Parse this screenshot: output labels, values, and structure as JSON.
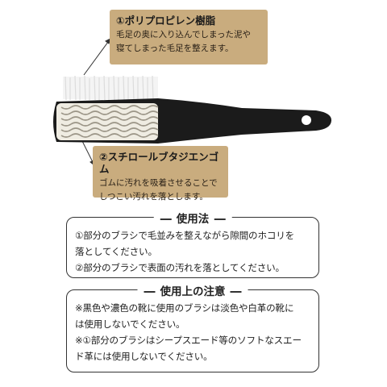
{
  "callout1": {
    "title": "①ポリプロピレン樹脂",
    "lines": [
      "毛足の奥に入り込んでしまった泥や",
      "寝てしまった毛足を整えます。"
    ]
  },
  "callout2": {
    "title": "②スチロールブタジエンゴム",
    "lines": [
      "ゴムに汚れを吸着させることで",
      "しつこい汚れを落とします。"
    ]
  },
  "usage": {
    "title": "使用法",
    "lines": [
      "①部分のブラシで毛並みを整えながら隙間のホコリを",
      "落としてください。",
      "②部分のブラシで表面の汚れを落としてください。"
    ]
  },
  "caution": {
    "title": "使用上の注意",
    "lines": [
      "※黒色や濃色の靴に使用のブラシは淡色や白革の靴に",
      "は使用しないでください。",
      "※①部分のブラシはシープスエード等のソフトなスエー",
      "ド革には使用しないでください。"
    ]
  },
  "colors": {
    "callout_bg": "#c9ac7e",
    "handle": "#1b1b1b",
    "rubber": "#efece2",
    "bristles": "#f4f4f4"
  }
}
